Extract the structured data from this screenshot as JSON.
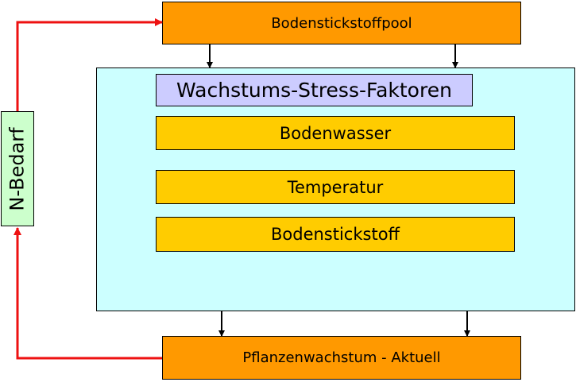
{
  "diagram": {
    "pool_label": "Bodenstickstoffpool",
    "stress_title": "Wachstums-Stress-Faktoren",
    "factors": [
      "Bodenwasser",
      "Temperatur",
      "Bodenstickstoff"
    ],
    "growth_label": "Pflanzenwachstum - Aktuell",
    "demand_label": "N-Bedarf"
  },
  "colors": {
    "pool_fill": "#ff9900",
    "stress_panel_fill": "#ccffff",
    "stress_title_fill": "#ccccff",
    "factor_fill": "#ffcc00",
    "demand_fill": "#ccffcc",
    "feedback_arrow": "#ee1111",
    "flow_arrow": "#000000"
  }
}
